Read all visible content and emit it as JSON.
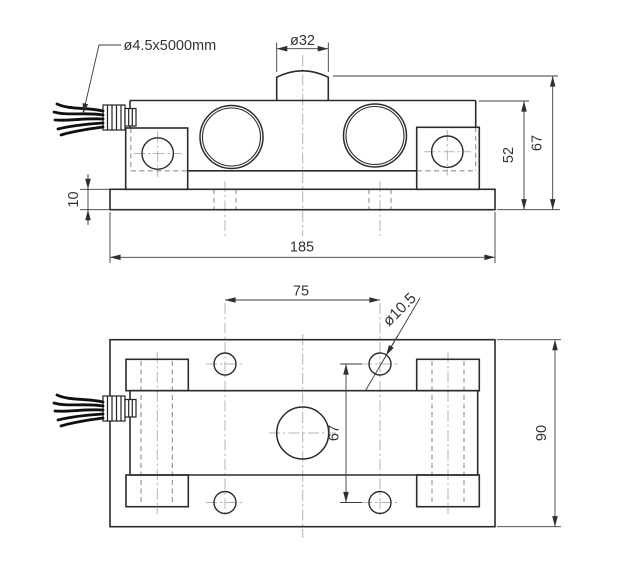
{
  "front_view": {
    "dims": {
      "cable_spec": "ø4.5x5000mm",
      "button_diameter": "ø32",
      "body_height": "52",
      "total_height": "67",
      "plate_thickness": "10",
      "base_length": "185"
    }
  },
  "plan_view": {
    "dims": {
      "bolt_hole_spacing_x": "75",
      "bolt_hole_diameter": "ø10.5",
      "bolt_hole_spacing_y": "67",
      "plate_width": "90"
    }
  },
  "colors": {
    "outline": "#2b2b2b",
    "dimension_line": "#3c3c3c",
    "centerline": "#b4b4b4",
    "hidden_line": "#8f8f8f",
    "cable": "#0f0f0f",
    "background": "#ffffff"
  }
}
